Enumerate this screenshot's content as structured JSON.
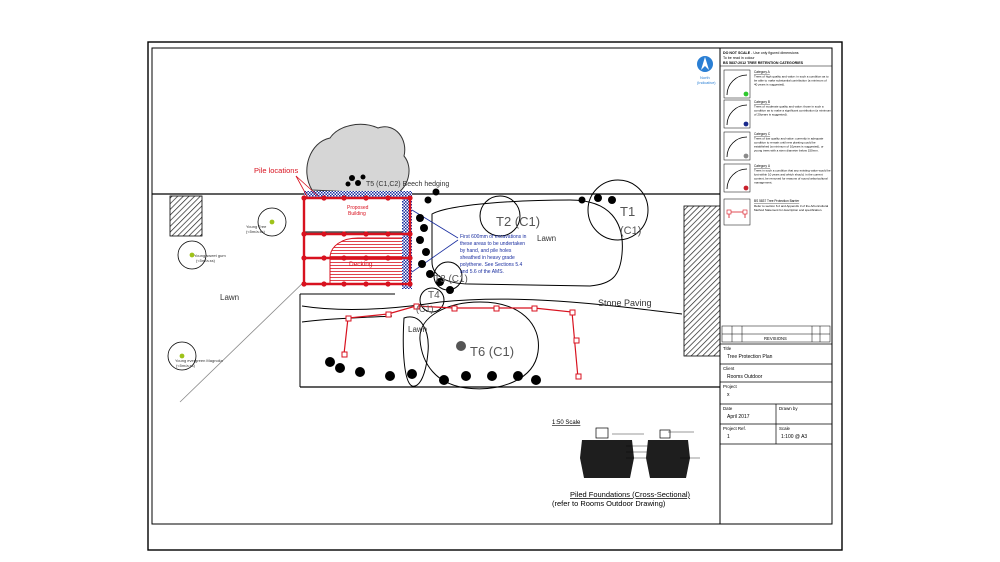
{
  "drawing": {
    "labels": {
      "pile_locations": "Pile locations",
      "t5": "T5 (C1,C2) Beech hedging",
      "proposed_building_1": "Proposed",
      "proposed_building_2": "Building",
      "decking": "Decking",
      "lawn_left": "Lawn",
      "lawn_right": "Lawn",
      "lawn_small": "Lawn",
      "stone_paving": "Stone Paving",
      "t1": "T1",
      "t1_cat": "(C1)",
      "t2": "T2 (C1)",
      "t3": "T3 (C1)",
      "t4": "T4",
      "t4_cat": "(C1)",
      "t6": "T6 (C1)",
      "young_tree_top": "Young Tree",
      "young_tree_top2": "(<5m/a.ss)",
      "young_tree_mid": "Young sweet gum",
      "young_tree_mid2": "(<5m/a.ss)",
      "young_tree_bot": "Young evergreen Magnolia",
      "young_tree_bot2": "(<5m/a.ss)"
    },
    "note_lines": [
      "First 600mm of excavations in",
      "these areas to be undertaken",
      "by hand, and pile holes",
      "sheathed in heavy grade",
      "polythene. See Sections 5.4",
      "and 5.6 of the AMS."
    ],
    "scale_label": "1:50 Scale",
    "footer_title": "Piled Foundations (Cross-Sectional)",
    "footer_sub": "(refer to Rooms Outdoor Drawing)"
  },
  "title_block": {
    "north_label": "North",
    "north_sub": "(Indicative)",
    "do_not_scale": "DO NOT SCALE",
    "do_not_scale_rest": " - Use only figured dimensions",
    "to_be_read": "To be read in colour",
    "bs_heading": "BS 5837:2012 TREE RETENTION CATEGORIES",
    "categories": [
      {
        "name": "Category A",
        "text": [
          "Trees of high quality and value: in such a condition as to",
          "be able to make substantial contribution (a minimum of",
          "40 years is suggested)."
        ],
        "color": "#2ec82e"
      },
      {
        "name": "Category B",
        "text": [
          "Trees of moderate quality and value: those in such a",
          "condition as to make a significant contribution (a minimum",
          "of 20years is suggested)."
        ],
        "color": "#1a2a8c"
      },
      {
        "name": "Category C",
        "text": [
          "Trees of low quality and value: currently in adequate",
          "condition to remain until new planting could be",
          "established (a minimum of 10years is suggested), or",
          "young trees with a stem diameter below 150mm."
        ],
        "color": "#8a8a8a"
      },
      {
        "name": "Category U",
        "text": [
          "Trees in such a condition that any existing value would be",
          "lost within 10 years and which should, in the current",
          "context, be removed for reasons of sound arboricultural",
          "management."
        ],
        "color": "#c8202c"
      }
    ],
    "rpa_heading": "BS 5837 Tree Protection Barrier",
    "rpa_text": [
      "Refer to section 6.2 and Appendix 3 of the Arboricultural",
      "Method Statement for description and specification."
    ],
    "revisions": "REVISIONS",
    "title_label": "Title",
    "title_value": "Tree Protection Plan",
    "client_label": "Client",
    "client_value": "Rooms Outdoor",
    "project_label": "Project",
    "project_value": "x",
    "date_label": "Date",
    "date_value": "April 2017",
    "drawn_label": "Drawn by",
    "drawn_value": "",
    "ref_label": "Project Ref.",
    "ref_value": "1",
    "scale_label": "Scale",
    "scale_value": "1:100 @ A3"
  },
  "colors": {
    "fence_red": "#d8121f",
    "note_blue": "#1a2ea0",
    "hatch_blue": "#1a2ea0",
    "canopy_grey": "#d4d4d4",
    "tree_label_grey": "#606060"
  }
}
